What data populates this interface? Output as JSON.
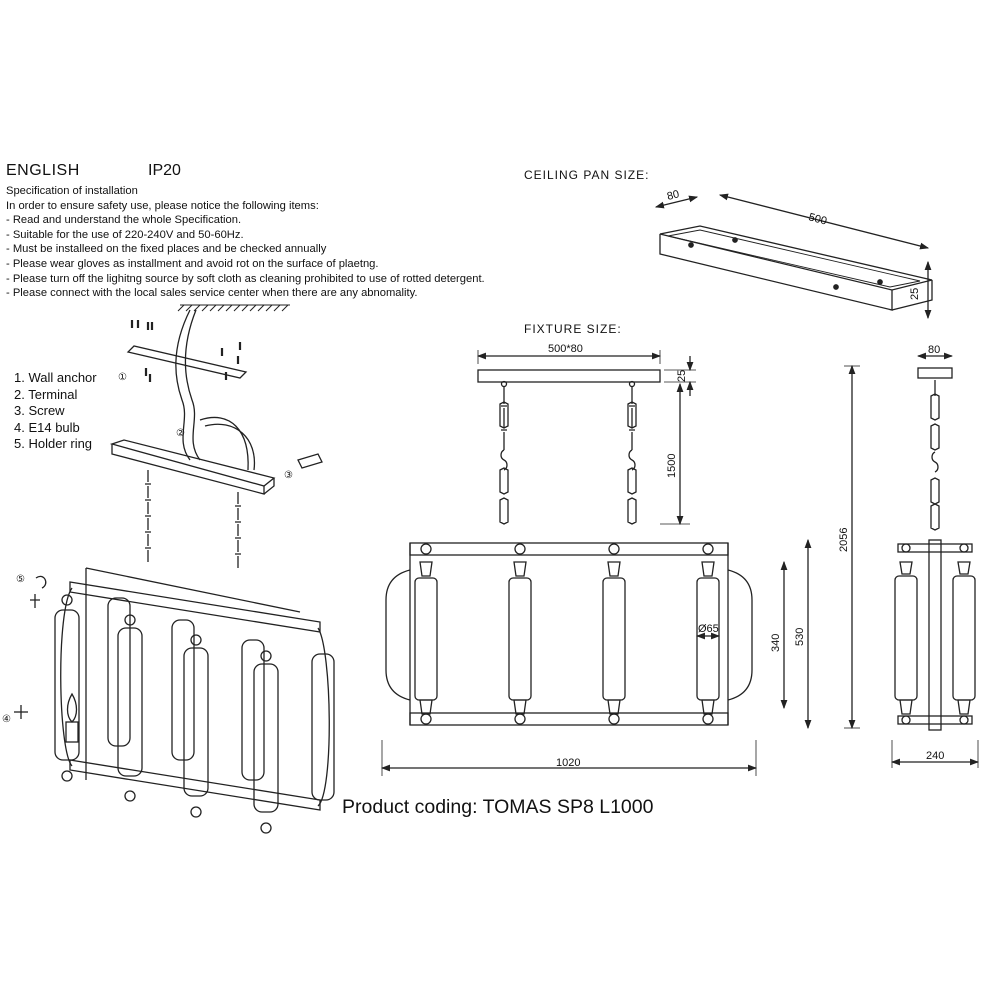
{
  "header": {
    "language": "ENGLISH",
    "ip_rating": "IP20"
  },
  "spec": {
    "lines": [
      "Specification of installation",
      "In order to ensure safety use, please notice the following items:",
      "- Read and understand the whole Specification.",
      "- Suitable for the use of 220-240V and 50-60Hz.",
      "- Must be installeed on the fixed places and be checked annually",
      "- Please wear gloves as installment and avoid rot on the surface of plaetng.",
      "- Please turn off the lighitng source by soft cloth as cleaning prohibited to use of rotted detergent.",
      "- Please connect with the local sales service center when there are any abnomality."
    ]
  },
  "parts_legend": {
    "items": [
      "1. Wall anchor",
      "2. Terminal",
      "3. Screw",
      "4. E14 bulb",
      "5. Holder ring"
    ],
    "callouts": [
      "①",
      "②",
      "③",
      "④",
      "⑤"
    ]
  },
  "ceiling_pan": {
    "title": "CEILING PAN  SIZE:",
    "width": "80",
    "length": "500",
    "height": "25"
  },
  "fixture": {
    "title": "FIXTURE SIZE:",
    "canopy": "500*80",
    "canopy_height": "25",
    "chain_length": "1500",
    "total_height": "2056",
    "body_height": "340",
    "frame_height": "530",
    "tube_diameter": "Ø65",
    "overall_width": "1020",
    "side_canopy": "80",
    "side_width": "240"
  },
  "product_coding": "Product coding: TOMAS SP8 L1000",
  "colors": {
    "line": "#222222",
    "background": "#ffffff"
  }
}
